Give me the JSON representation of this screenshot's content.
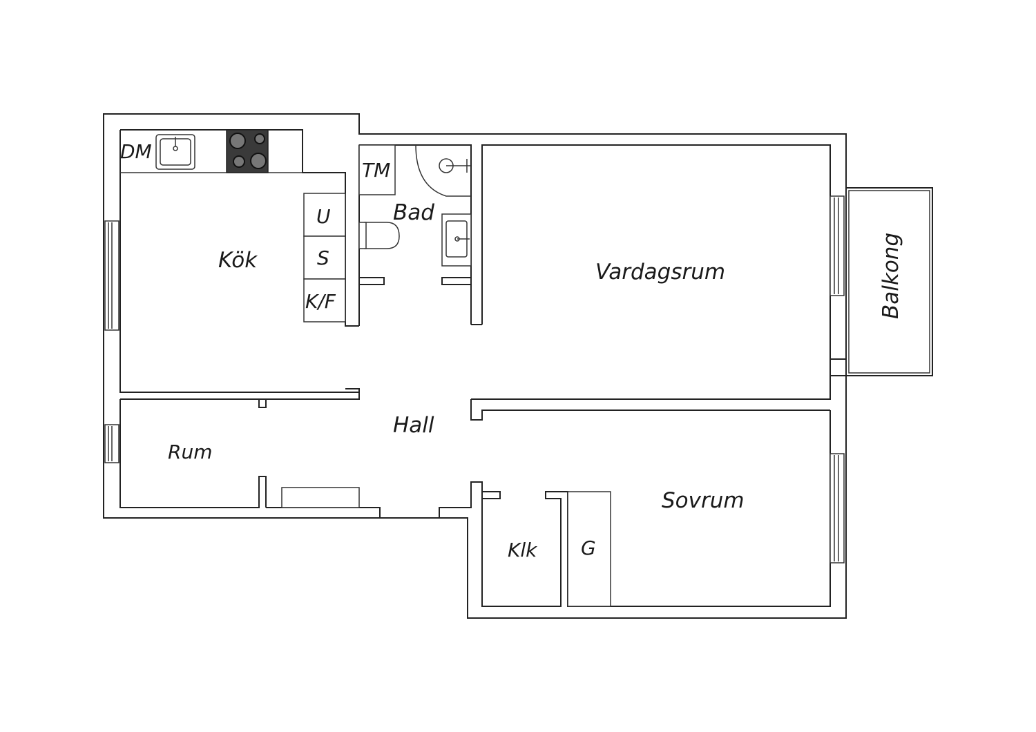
{
  "rooms": {
    "kok": "Kök",
    "bad": "Bad",
    "vardagsrum": "Vardagsrum",
    "balkong": "Balkong",
    "hall": "Hall",
    "rum": "Rum",
    "sovrum": "Sovrum",
    "klk": "Klk",
    "g": "G"
  },
  "fixtures": {
    "dm": "DM",
    "tm": "TM",
    "u": "U",
    "s": "S",
    "kf": "K/F"
  },
  "colors": {
    "wall": "#222222",
    "stove": "#3a3a3a",
    "background": "#ffffff"
  }
}
